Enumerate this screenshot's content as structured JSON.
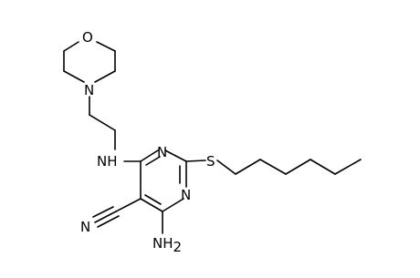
{
  "molecule": {
    "atom_labels": {
      "morpholine_o": "O",
      "morpholine_n": "N",
      "amine_nh": "NH",
      "ring_n_upper": "N",
      "ring_n_lower": "N",
      "thio_s": "S",
      "nitrile_n": "N",
      "amino_nh": "NH",
      "amino_sub": "2"
    }
  }
}
